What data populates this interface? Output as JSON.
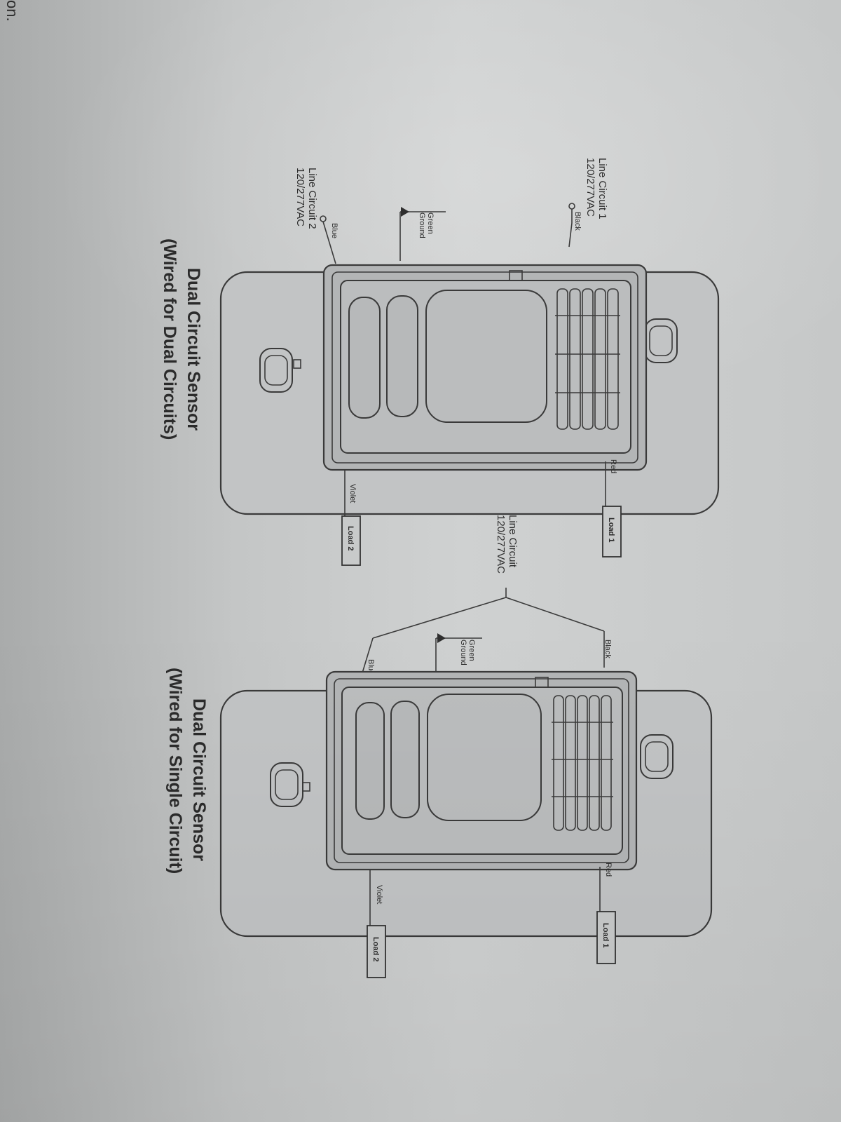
{
  "page_fragment": "on.",
  "diagram_1": {
    "caption_line1": "Dual Circuit Sensor",
    "caption_line2": "(Wired for Dual Circuits)",
    "line_circuit_1": {
      "name": "Line Circuit 1",
      "voltage": "120/277VAC"
    },
    "line_circuit_2": {
      "name": "Line Circuit 2",
      "voltage": "120/277VAC"
    },
    "wires": {
      "black": "Black",
      "green_ground_1": "Green",
      "green_ground_2": "Ground",
      "blue": "Blue",
      "red": "Red",
      "violet": "Violet"
    },
    "loads": {
      "load_1": "Load 1",
      "load_2": "Load 2"
    }
  },
  "diagram_2": {
    "caption_line1": "Dual Circuit Sensor",
    "caption_line2": "(Wired for Single Circuit)",
    "line_circuit": {
      "name": "Line Circuit",
      "voltage": "120/277VAC"
    },
    "wires": {
      "black": "Black",
      "green_ground_1": "Green",
      "green_ground_2": "Ground",
      "blue": "Blue",
      "red": "Red",
      "violet": "Violet"
    },
    "loads": {
      "load_1": "Load 1",
      "load_2": "Load 2"
    }
  }
}
